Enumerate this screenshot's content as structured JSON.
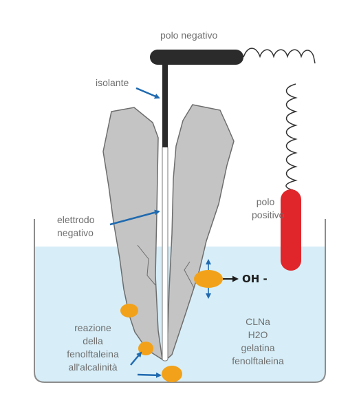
{
  "labels": {
    "negative_pole": "polo negativo",
    "insulator": "isolante",
    "negative_electrode": [
      "elettrodo",
      "negativo"
    ],
    "positive_pole": [
      "polo",
      "positivo"
    ],
    "hydroxide_ion": "OH -",
    "reaction": [
      "reazione",
      "della",
      "fenolftaleina",
      "all'alcalinità"
    ],
    "solution": [
      "CLNa",
      "H2O",
      "gelatina",
      "fenolftaleina"
    ]
  },
  "colors": {
    "solution_fill": "#d7eef8",
    "container_stroke": "#8c8c8c",
    "tooth_fill": "#c4c4c4",
    "tooth_stroke": "#6d6d6d",
    "negative_pole": "#2b2b2b",
    "positive_pole": "#e0262b",
    "reaction_spot": "#f2a21a",
    "arrow": "#1f6ab0",
    "label_text": "#6f6f6f"
  }
}
